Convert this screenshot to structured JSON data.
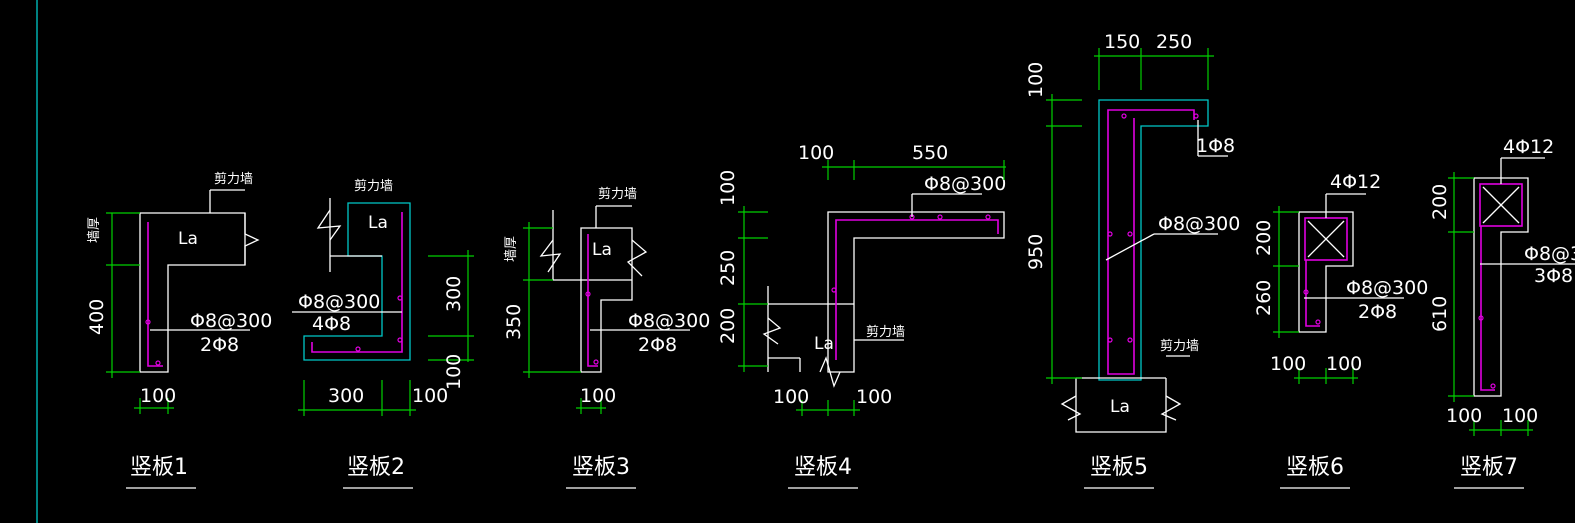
{
  "colors": {
    "background": "#000000",
    "outline": "#ffffff",
    "dimension": "#00d000",
    "rebar": "#e000e0",
    "border": "#00c8c8"
  },
  "panels": [
    {
      "title": "竖板1",
      "la": "La",
      "wall_label": "剪力墙",
      "side_label": "墙厚",
      "rebar": "Φ8@300",
      "bars": "2Φ8",
      "dims": {
        "height": "400",
        "width": "100"
      }
    },
    {
      "title": "竖板2",
      "la": "La",
      "wall_label": "剪力墙",
      "rebar": "Φ8@300",
      "bars": "4Φ8",
      "dims": {
        "height": "300",
        "bottom": "100",
        "width_a": "300",
        "width_b": "100"
      }
    },
    {
      "title": "竖板3",
      "la": "La",
      "wall_label": "剪力墙",
      "side_label": "墙厚",
      "rebar": "Φ8@300",
      "bars": "2Φ8",
      "dims": {
        "height": "350",
        "width": "100"
      }
    },
    {
      "title": "竖板4",
      "la": "La",
      "wall_label": "剪力墙",
      "rebar": "Φ8@300",
      "dims": {
        "top_a": "100",
        "top_b": "550",
        "v_a": "100",
        "v_b": "250",
        "v_c": "200",
        "bot_a": "100",
        "bot_b": "100"
      }
    },
    {
      "title": "竖板5",
      "la": "La",
      "wall_label": "剪力墙",
      "rebar": "Φ8@300",
      "bars": "1Φ8",
      "dims": {
        "top_a": "150",
        "top_b": "250",
        "v_a": "100",
        "v_b": "950"
      }
    },
    {
      "title": "竖板6",
      "rebar": "Φ8@300",
      "bars": "2Φ8",
      "corner_bars": "4Φ12",
      "dims": {
        "v_a": "200",
        "v_b": "260",
        "bot_a": "100",
        "bot_b": "100"
      }
    },
    {
      "title": "竖板7",
      "rebar": "Φ8@3",
      "bars": "3Φ8",
      "corner_bars": "4Φ12",
      "dims": {
        "v_a": "200",
        "v_b": "610",
        "bot_a": "100",
        "bot_b": "100"
      }
    }
  ]
}
